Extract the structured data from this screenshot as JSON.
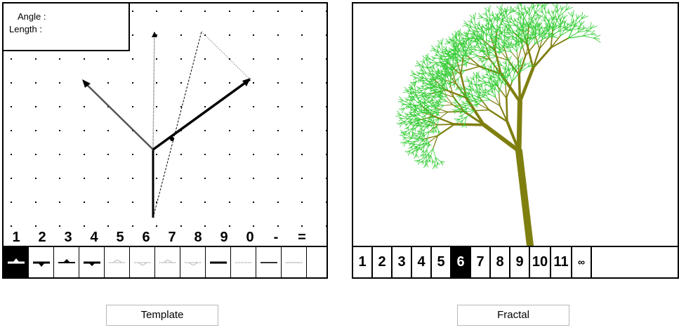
{
  "template": {
    "angle_label": "Angle :",
    "length_label": "Length :",
    "digit_labels": [
      "1",
      "2",
      "3",
      "4",
      "5",
      "6",
      "7",
      "8",
      "9",
      "0",
      "-",
      "="
    ],
    "tools": [
      {
        "name": "tool-1",
        "icon": "triangle-up-solid"
      },
      {
        "name": "tool-2",
        "icon": "triangle-down-solid"
      },
      {
        "name": "tool-3",
        "icon": "triangle-up-thin"
      },
      {
        "name": "tool-4",
        "icon": "triangle-down-bold"
      },
      {
        "name": "tool-5",
        "icon": "dotted-up"
      },
      {
        "name": "tool-6",
        "icon": "dotted-down"
      },
      {
        "name": "tool-7",
        "icon": "dotted-up-2"
      },
      {
        "name": "tool-8",
        "icon": "dotted-down-2"
      },
      {
        "name": "tool-9",
        "icon": "line-bold"
      },
      {
        "name": "tool-0",
        "icon": "line-dotted"
      },
      {
        "name": "tool-minus",
        "icon": "line-medium"
      },
      {
        "name": "tool-equal",
        "icon": "line-dotted-2"
      }
    ],
    "active_tool": 0
  },
  "fractal": {
    "levels": [
      "1",
      "2",
      "3",
      "4",
      "5",
      "6",
      "7",
      "8",
      "9",
      "10",
      "11",
      "∞"
    ],
    "active_level": "6",
    "trunk_color": "#7f7f10",
    "leaf_color": "#33cc33"
  },
  "buttons": {
    "template": "Template",
    "fractal": "Fractal"
  }
}
